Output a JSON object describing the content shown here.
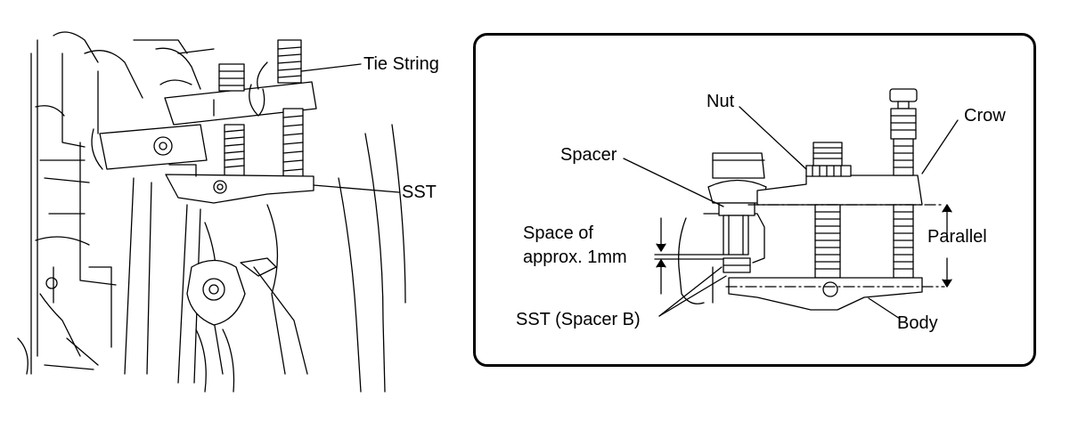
{
  "left_figure": {
    "labels": {
      "tie_string": "Tie String",
      "sst": "SST"
    }
  },
  "right_figure": {
    "labels": {
      "nut": "Nut",
      "crow": "Crow",
      "spacer": "Spacer",
      "space_line1": "Space of",
      "space_line2": "approx. 1mm",
      "parallel": "Parallel",
      "sst_spacer_b": "SST (Spacer B)",
      "body": "Body"
    }
  },
  "colors": {
    "line": "#000000",
    "background": "#ffffff"
  }
}
